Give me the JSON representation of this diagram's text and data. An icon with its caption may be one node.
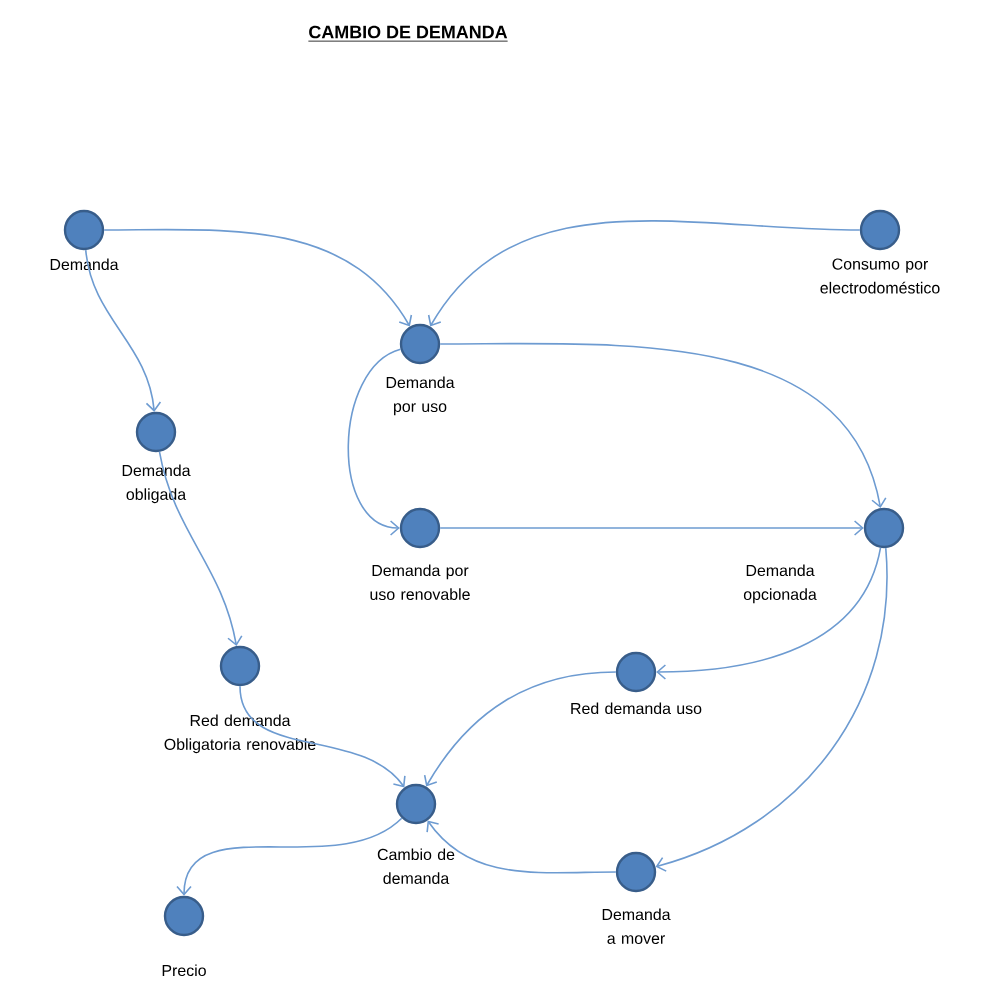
{
  "diagram": {
    "title": "CAMBIO DE DEMANDA",
    "nodes": [
      {
        "text": [
          "Demanda"
        ]
      },
      {
        "text": [
          "Consumo por electrodoméstico"
        ]
      },
      {
        "text": [
          "Demanda por uso"
        ]
      },
      {
        "text": [
          "Demanda obligada"
        ]
      },
      {
        "text": [
          "Demanda por uso renovable"
        ]
      },
      {
        "text": [
          "Demanda opcionada"
        ]
      },
      {
        "text": [
          "Red demanda uso"
        ]
      },
      {
        "text": [
          "Red demanda Obligatoria renovable"
        ]
      },
      {
        "text": [
          "Cambio de demanda"
        ]
      },
      {
        "text": [
          "Demanda a mover"
        ]
      },
      {
        "text": [
          "Precio"
        ]
      }
    ],
    "edges": [
      {
        "from": 0,
        "to": 2,
        "arrow": "to"
      },
      {
        "from": 1,
        "to": 2,
        "arrow": "to"
      },
      {
        "from": 0,
        "to": 3,
        "arrow": "to"
      },
      {
        "from": 2,
        "to": 4,
        "arrow": "to"
      },
      {
        "from": 2,
        "to": 5,
        "arrow": "to"
      },
      {
        "from": 4,
        "to": 5,
        "arrow": "to"
      },
      {
        "from": 3,
        "to": 7,
        "arrow": "to"
      },
      {
        "from": 5,
        "to": 6,
        "arrow": "to"
      },
      {
        "from": 5,
        "to": 9,
        "arrow": "to"
      },
      {
        "from": 7,
        "to": 8,
        "arrow": "to"
      },
      {
        "from": 6,
        "to": 8,
        "arrow": "to"
      },
      {
        "from": 9,
        "to": 8,
        "arrow": "to"
      },
      {
        "from": 8,
        "to": 10,
        "arrow": "to"
      }
    ]
  }
}
